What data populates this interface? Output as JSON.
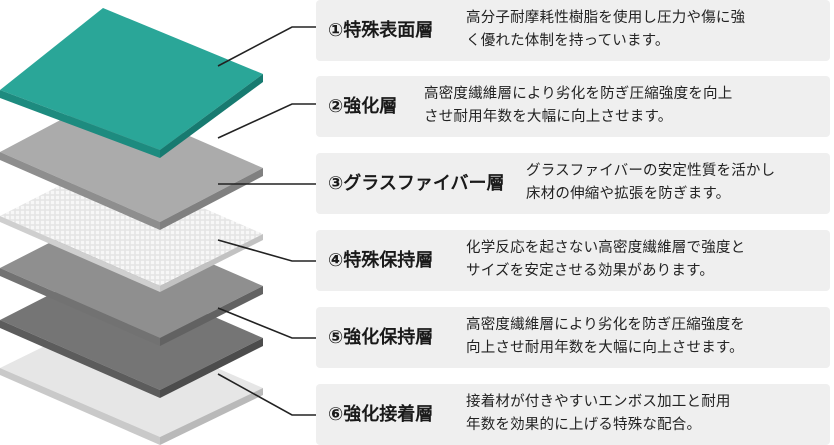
{
  "layers": [
    {
      "title": "①特殊表面層",
      "desc": [
        "高分子耐摩耗性樹脂を使用し圧力や傷に強",
        "く優れた体制を持っています。"
      ],
      "color": "#2aa698"
    },
    {
      "title": "②強化層",
      "desc": [
        "高密度繊維層により劣化を防ぎ圧縮強度を向上",
        "させ耐用年数を大幅に向上させます。"
      ],
      "color": "#a9a9a9"
    },
    {
      "title": "③グラスファイバー層",
      "desc": [
        "グラスファイバーの安定性質を活かし",
        "床材の伸縮や拡張を防ぎます。"
      ],
      "color": "#e3e3e3"
    },
    {
      "title": "④特殊保持層",
      "desc": [
        "化学反応を起さない高密度繊維層で強度と",
        "サイズを安定させる効果があります。"
      ],
      "color": "#8d8d8d"
    },
    {
      "title": "⑤強化保持層",
      "desc": [
        "高密度繊維層により劣化を防ぎ圧縮強度を",
        "向上させ耐用年数を大幅に向上させます。"
      ],
      "color": "#727272"
    },
    {
      "title": "⑥強化接着層",
      "desc": [
        "接着材が付きやすいエンボス加工と耐用",
        "年数を効果的に上げる特殊な配合。"
      ],
      "color": "#e6e6e6"
    }
  ],
  "colors": {
    "row_bg": "#efefef",
    "teal": "#2aa698",
    "leader": "#222222"
  }
}
